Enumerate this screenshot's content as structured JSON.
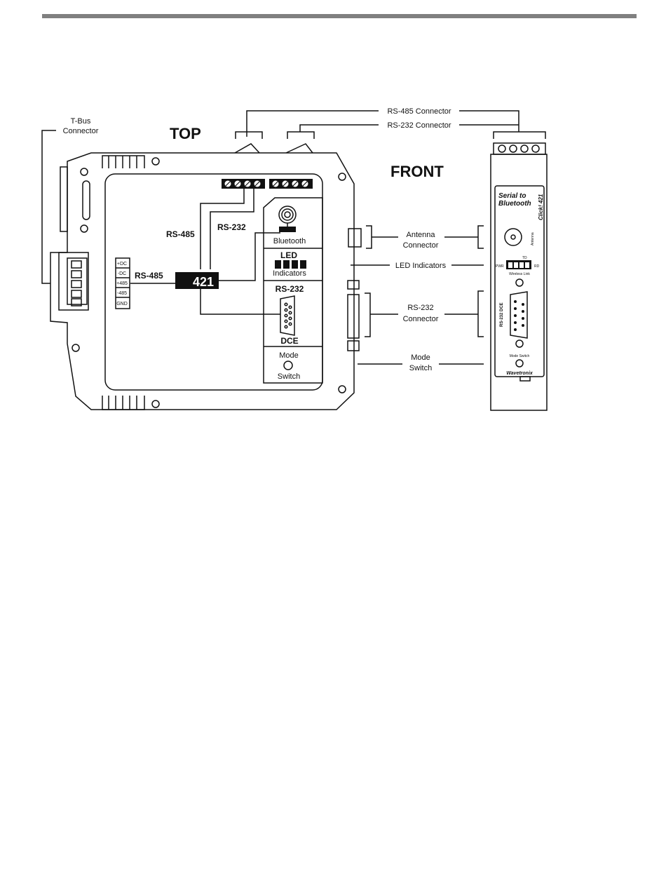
{
  "labels": {
    "tbus": [
      "T-Bus",
      "Connector"
    ],
    "top": "TOP",
    "front": "FRONT",
    "rs485_connector": "RS-485 Connector",
    "rs232_connector": "RS-232 Connector",
    "antenna_connector": [
      "Antenna",
      "Connector"
    ],
    "led_indicators": "LED Indicators",
    "rs232_connector2": [
      "RS-232",
      "Connector"
    ],
    "mode_switch": [
      "Mode",
      "Switch"
    ]
  },
  "top_panel": {
    "rs485_wire": "RS-485",
    "rs232_wire": "RS-232",
    "rs485_left": "RS-485",
    "terminals": [
      "+DC",
      "-DC",
      "+485",
      "-485",
      "GND"
    ],
    "logo": "421",
    "bluetooth": "Bluetooth",
    "led": [
      "LED",
      "Indicators"
    ],
    "rs232": "RS-232",
    "dce": "DCE",
    "mode": [
      "Mode",
      "Switch"
    ]
  },
  "front_panel": {
    "title": [
      "Serial to",
      "Bluetooth"
    ],
    "model": "Click! 421",
    "antenna": "Antenna",
    "pwr": "PWR",
    "td": "TD",
    "rd": "RD",
    "wireless_link": "Wireless Link",
    "rs232_dce": "RS-232 DCE",
    "mode_switch": "Mode Switch",
    "brand": "Wavetronix"
  }
}
